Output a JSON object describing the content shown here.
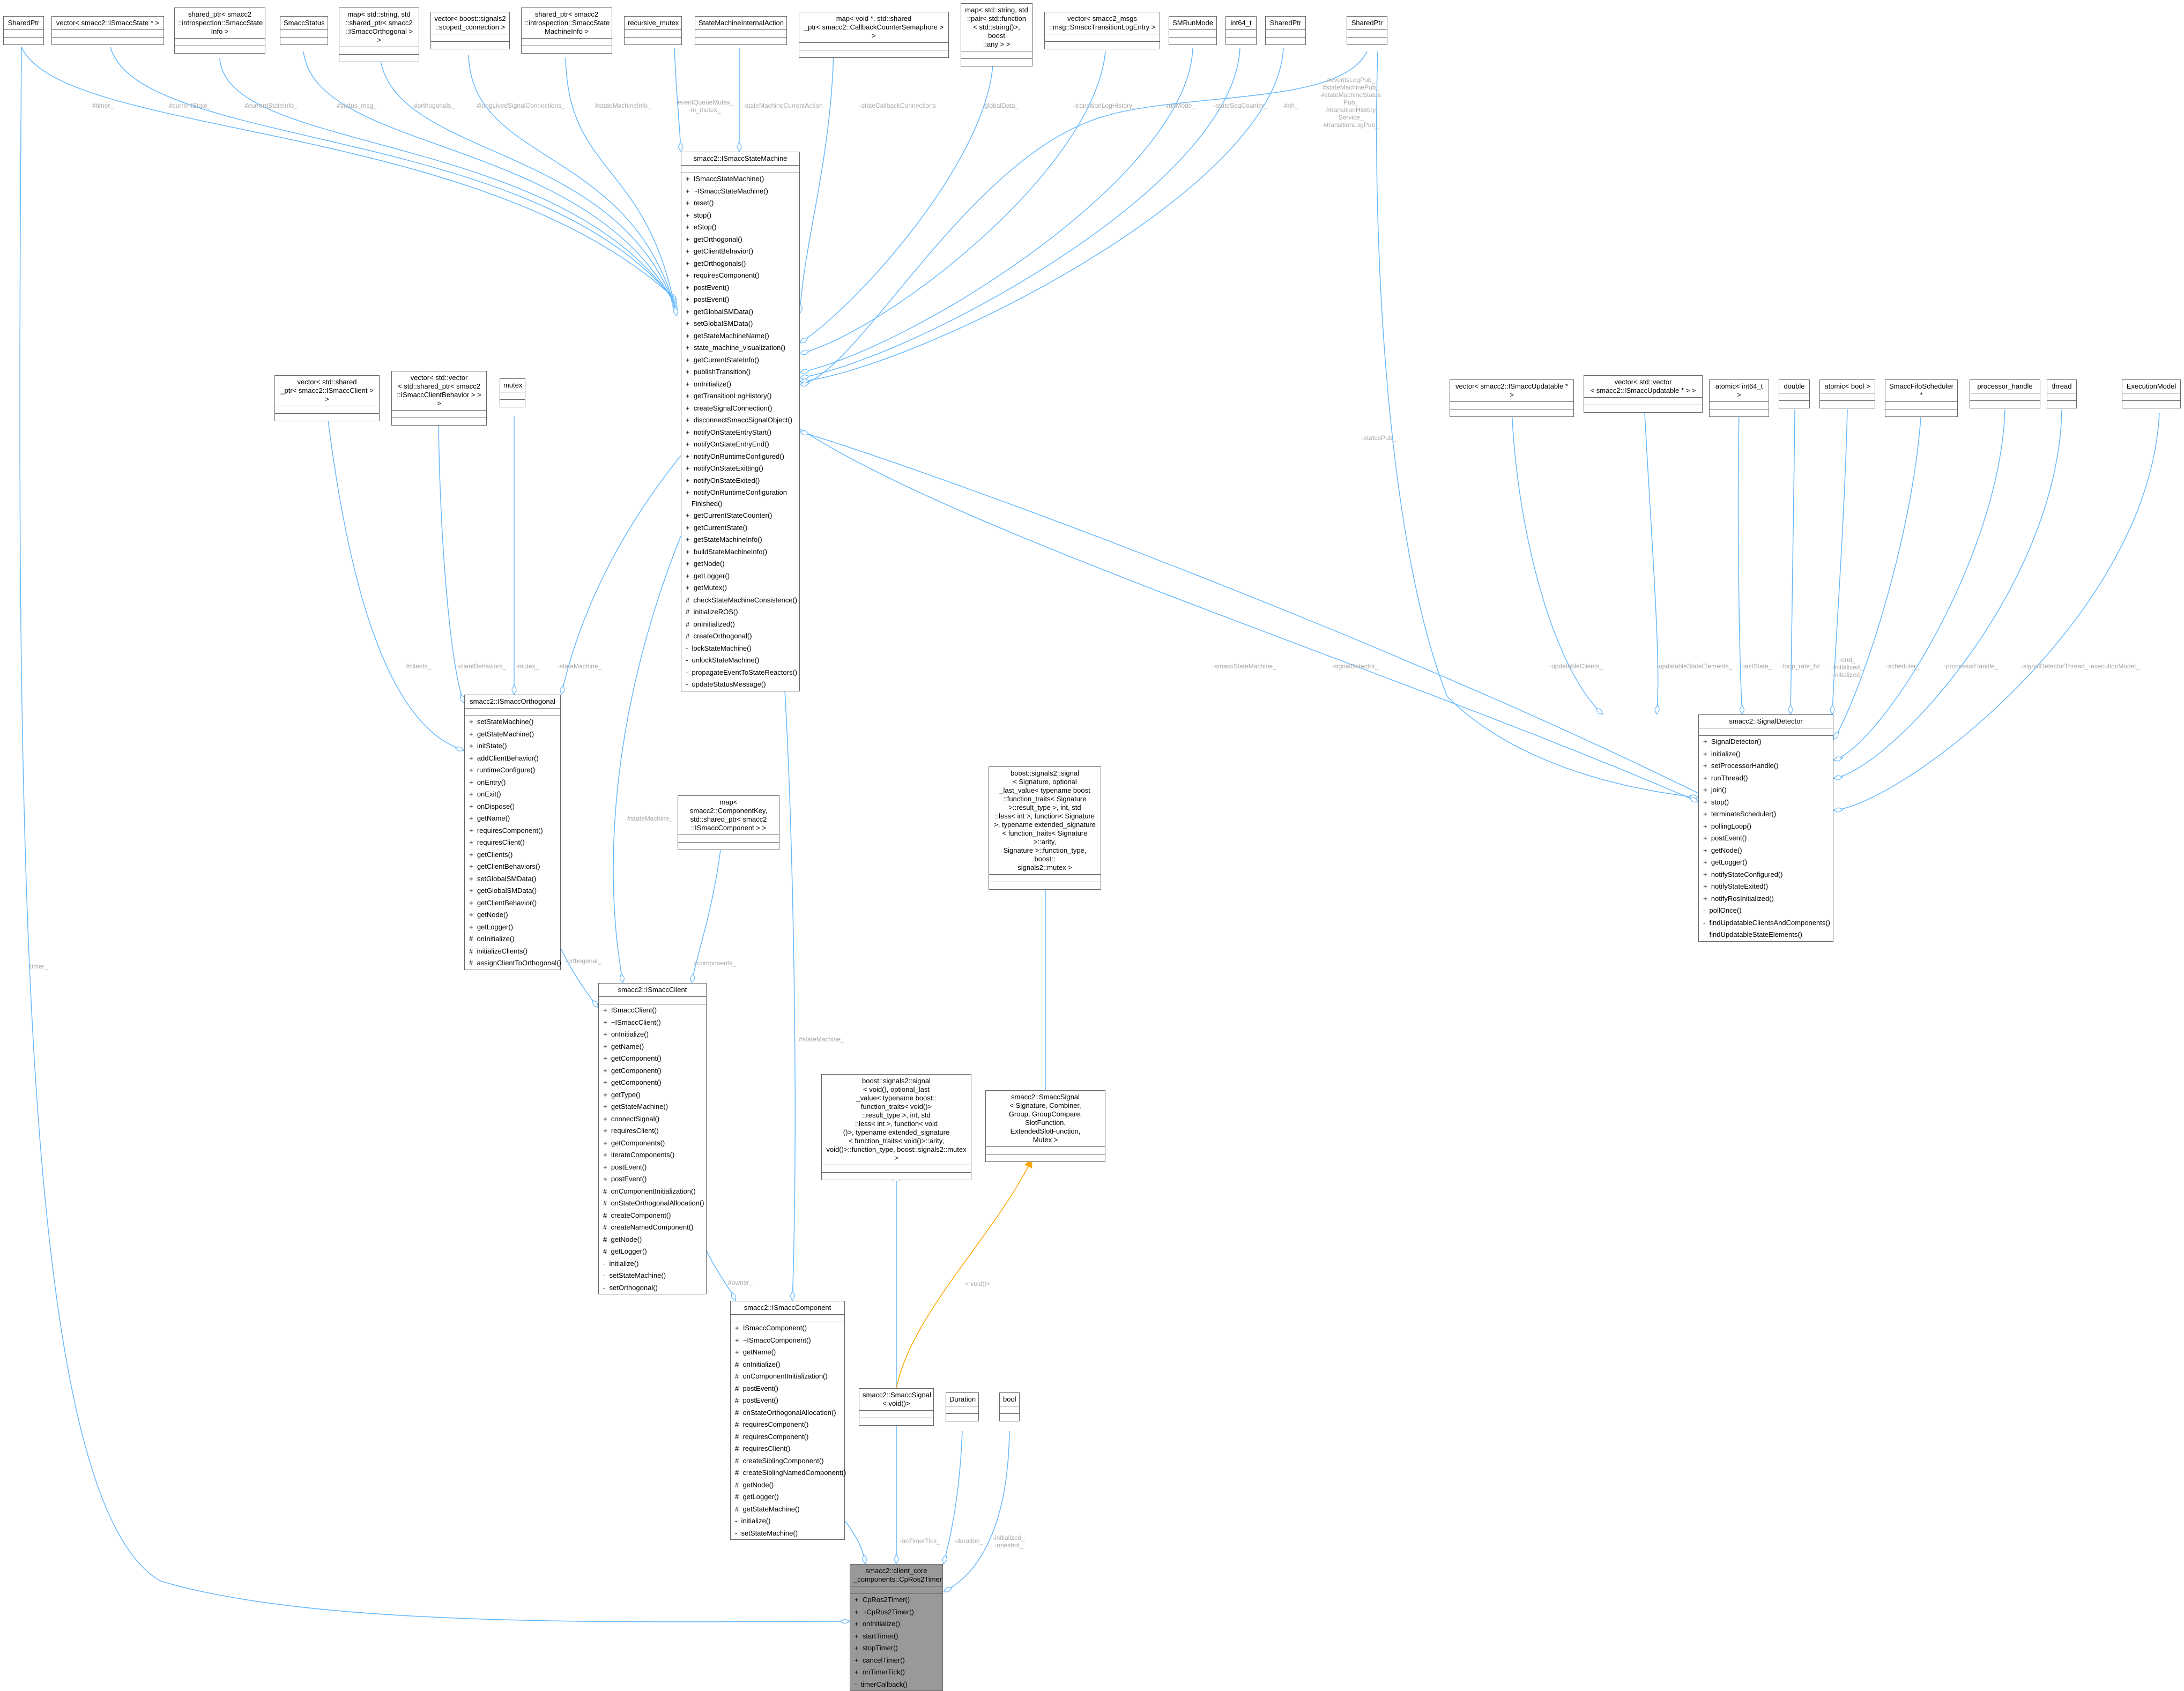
{
  "colors": {
    "edge_usage": "#63b8ff",
    "edge_inherit": "#63b8ff",
    "edge_template": "#ffa500",
    "focus_fill": "#999999",
    "label": "#a8a8a8"
  },
  "nodes": [
    {
      "id": "sharedptr_timer",
      "title": "SharedPtr",
      "members": []
    },
    {
      "id": "vec_state",
      "title": "vector< smacc2::ISmaccState * >",
      "members": []
    },
    {
      "id": "sp_stateinfo",
      "title": "shared_ptr< smacc2\n::introspection::SmaccState\nInfo >",
      "members": []
    },
    {
      "id": "smaccstatus",
      "title": "SmaccStatus",
      "members": []
    },
    {
      "id": "map_orth",
      "title": "map< std::string, std\n::shared_ptr< smacc2\n::ISmaccOrthogonal > >",
      "members": []
    },
    {
      "id": "vec_conn",
      "title": "vector< boost::signals2\n::scoped_connection >",
      "members": []
    },
    {
      "id": "sp_sminfo",
      "title": "shared_ptr< smacc2\n::introspection::SmaccState\nMachineInfo >",
      "members": []
    },
    {
      "id": "recmutex",
      "title": "recursive_mutex",
      "members": []
    },
    {
      "id": "smia",
      "title": "StateMachineInternalAction",
      "members": []
    },
    {
      "id": "map_cb",
      "title": "map< void *, std::shared\n_ptr< smacc2::CallbackCounterSemaphore > >",
      "members": []
    },
    {
      "id": "map_gd",
      "title": "map< std::string, std\n::pair< std::function\n< std::string()>, boost\n::any > >",
      "members": []
    },
    {
      "id": "vec_log",
      "title": "vector< smacc2_msgs\n::msg::SmaccTransitionLogEntry >",
      "members": []
    },
    {
      "id": "smrunmode",
      "title": "SMRunMode",
      "members": []
    },
    {
      "id": "int64",
      "title": "int64_t",
      "members": []
    },
    {
      "id": "sharedptr_nh",
      "title": "SharedPtr",
      "members": []
    },
    {
      "id": "sharedptr_pub",
      "title": "SharedPtr",
      "members": []
    },
    {
      "id": "ism",
      "title": "smacc2::ISmaccStateMachine",
      "members": [
        "+  ISmaccStateMachine()",
        "+  ~ISmaccStateMachine()",
        "+  reset()",
        "+  stop()",
        "+  eStop()",
        "+  getOrthogonal()",
        "+  getClientBehavior()",
        "+  getOrthogonals()",
        "+  requiresComponent()",
        "+  postEvent()",
        "+  postEvent()",
        "+  getGlobalSMData()",
        "+  setGlobalSMData()",
        "+  getStateMachineName()",
        "+  state_machine_visualization()",
        "+  getCurrentStateInfo()",
        "+  publishTransition()",
        "+  onInitialize()",
        "+  getTransitionLogHistory()",
        "+  createSignalConnection()",
        "+  disconnectSmaccSignalObject()",
        "+  notifyOnStateEntryStart()",
        "+  notifyOnStateEntryEnd()",
        "+  notifyOnRuntimeConfigured()",
        "+  notifyOnStateExitting()",
        "+  notifyOnStateExited()",
        "+  notifyOnRuntimeConfiguration\n   Finished()",
        "+  getCurrentStateCounter()",
        "+  getCurrentState()",
        "+  getStateMachineInfo()",
        "+  buildStateMachineInfo()",
        "+  getNode()",
        "+  getLogger()",
        "+  getMutex()",
        "#  checkStateMachineConsistence()",
        "#  initializeROS()",
        "#  onInitialized()",
        "#  createOrthogonal()",
        "-  lockStateMachine()",
        "-  unlockStateMachine()",
        "-  propagateEventToStateReactors()",
        "-  updateStatusMessage()"
      ]
    },
    {
      "id": "vec_client",
      "title": "vector< std::shared\n_ptr< smacc2::ISmaccClient > >",
      "members": []
    },
    {
      "id": "vec_cb",
      "title": "vector< std::vector\n< std::shared_ptr< smacc2\n::ISmaccClientBehavior > > >",
      "members": []
    },
    {
      "id": "mutex",
      "title": "mutex",
      "members": []
    },
    {
      "id": "iorth",
      "title": "smacc2::ISmaccOrthogonal",
      "members": [
        "+  setStateMachine()",
        "+  getStateMachine()",
        "+  initState()",
        "+  addClientBehavior()",
        "+  runtimeConfigure()",
        "+  onEntry()",
        "+  onExit()",
        "+  onDispose()",
        "+  getName()",
        "+  requiresComponent()",
        "+  requiresClient()",
        "+  getClients()",
        "+  getClientBehaviors()",
        "+  setGlobalSMData()",
        "+  getGlobalSMData()",
        "+  getClientBehavior()",
        "+  getNode()",
        "+  getLogger()",
        "#  onInitialize()",
        "#  initializeClients()",
        "#  assignClientToOrthogonal()"
      ]
    },
    {
      "id": "map_comp",
      "title": "map< smacc2::ComponentKey,\n std::shared_ptr< smacc2\n::ISmaccComponent > >",
      "members": []
    },
    {
      "id": "iclient",
      "title": "smacc2::ISmaccClient",
      "members": [
        "+  ISmaccClient()",
        "+  ~ISmaccClient()",
        "+  onInitialize()",
        "+  getName()",
        "+  getComponent()",
        "+  getComponent()",
        "+  getComponent()",
        "+  getType()",
        "+  getStateMachine()",
        "+  connectSignal()",
        "+  requiresClient()",
        "+  getComponents()",
        "+  iterateComponents()",
        "+  postEvent()",
        "+  postEvent()",
        "#  onComponentInitialization()",
        "#  onStateOrthogonalAllocation()",
        "#  createComponent()",
        "#  createNamedComponent()",
        "#  getNode()",
        "#  getLogger()",
        "-  initialize()",
        "-  setStateMachine()",
        "-  setOrthogonal()"
      ]
    },
    {
      "id": "bsig_tmpl",
      "title": "boost::signals2::signal\n< Signature, optional\n_last_value< typename boost\n::function_traits< Signature\n >::result_type >, int, std\n::less< int >, function< Signature\n>, typename extended_signature\n< function_traits< Signature >::arity,\n Signature >::function_type, boost::\nsignals2::mutex >",
      "members": []
    },
    {
      "id": "bsig_void",
      "title": "boost::signals2::signal\n< void(), optional_last\n_value< typename boost::\nfunction_traits< void()>\n::result_type >, int, std\n::less< int >, function< void\n()>, typename extended_signature\n< function_traits< void()>::arity,\n void()>::function_type, boost::signals2::mutex >",
      "members": []
    },
    {
      "id": "ssig_tmpl",
      "title": "smacc2::SmaccSignal\n< Signature, Combiner,\n Group, GroupCompare,\n SlotFunction, ExtendedSlotFunction,\n Mutex >",
      "members": []
    },
    {
      "id": "icomp",
      "title": "smacc2::ISmaccComponent",
      "members": [
        "+  ISmaccComponent()",
        "+  ~ISmaccComponent()",
        "+  getName()",
        "#  onInitialize()",
        "#  onComponentInitialization()",
        "#  postEvent()",
        "#  postEvent()",
        "#  onStateOrthogonalAllocation()",
        "#  requiresComponent()",
        "#  requiresComponent()",
        "#  requiresClient()",
        "#  createSiblingComponent()",
        "#  createSiblingNamedComponent()",
        "#  getNode()",
        "#  getLogger()",
        "#  getStateMachine()",
        "-  initialize()",
        "-  setStateMachine()"
      ]
    },
    {
      "id": "ssig_void",
      "title": "smacc2::SmaccSignal\n< void()>",
      "members": []
    },
    {
      "id": "duration",
      "title": "Duration",
      "members": []
    },
    {
      "id": "bool",
      "title": "bool",
      "members": []
    },
    {
      "id": "cpros2timer",
      "title": "smacc2::client_core\n_components::CpRos2Timer",
      "members": [
        "+  CpRos2Timer()",
        "+  ~CpRos2Timer()",
        "+  onInitialize()",
        "+  startTimer()",
        "+  stopTimer()",
        "+  cancelTimer()",
        "+  onTimerTick()",
        "-  timerCallback()"
      ]
    },
    {
      "id": "vec_upd",
      "title": "vector< smacc2::ISmaccUpdatable * >",
      "members": []
    },
    {
      "id": "vec_vec_upd",
      "title": "vector< std::vector\n< smacc2::ISmaccUpdatable * > >",
      "members": []
    },
    {
      "id": "atomic_int64",
      "title": "atomic< int64_t >",
      "members": []
    },
    {
      "id": "double",
      "title": "double",
      "members": []
    },
    {
      "id": "atomic_bool",
      "title": "atomic< bool >",
      "members": []
    },
    {
      "id": "fifo",
      "title": "SmaccFifoScheduler *",
      "members": []
    },
    {
      "id": "proc",
      "title": "processor_handle",
      "members": []
    },
    {
      "id": "thread",
      "title": "thread",
      "members": []
    },
    {
      "id": "execmodel",
      "title": "ExecutionModel",
      "members": []
    },
    {
      "id": "sigdet",
      "title": "smacc2::SignalDetector",
      "members": [
        "+  SignalDetector()",
        "+  initialize()",
        "+  setProcessorHandle()",
        "+  runThread()",
        "+  join()",
        "+  stop()",
        "+  terminateScheduler()",
        "+  pollingLoop()",
        "+  postEvent()",
        "+  getNode()",
        "+  getLogger()",
        "+  notifyStateConfigured()",
        "+  notifyStateExited()",
        "+  notifyRosInitialized()",
        "-  pollOnce()",
        "-  findUpdatableClientsAndComponents()",
        "-  findUpdatableStateElements()"
      ]
    }
  ],
  "edge_labels": [
    {
      "id": "l_timer_",
      "text": "#timer_"
    },
    {
      "id": "l_currentState_",
      "text": "#currentState_"
    },
    {
      "id": "l_currentStateInfo_",
      "text": "#currentStateInfo_"
    },
    {
      "id": "l_status_msg_",
      "text": "#status_msg_"
    },
    {
      "id": "l_orthogonals_",
      "text": "#orthogonals_"
    },
    {
      "id": "l_longLived",
      "text": "#longLivedSignalConnections_"
    },
    {
      "id": "l_stateMachineInfo_",
      "text": "#stateMachineInfo_"
    },
    {
      "id": "l_eventQueue",
      "text": "-eventQueueMutex_\n-m_mutex_"
    },
    {
      "id": "l_smca",
      "text": "-stateMachineCurrentAction"
    },
    {
      "id": "l_scc",
      "text": "-stateCallbackConnections"
    },
    {
      "id": "l_globalData_",
      "text": "-globalData_"
    },
    {
      "id": "l_transitionLog",
      "text": "-transitionLogHistory_"
    },
    {
      "id": "l_runMode_",
      "text": "-runMode_"
    },
    {
      "id": "l_stateSeq",
      "text": "-stateSeqCounter_"
    },
    {
      "id": "l_nh_",
      "text": "#nh_"
    },
    {
      "id": "l_pubs",
      "text": "#eventsLogPub_\n#stateMachinePub_\n#stateMachineStatus\nPub_\n#transitionHistory\nService_\n#transitionLogPub_"
    },
    {
      "id": "l_clients_",
      "text": "#clients_"
    },
    {
      "id": "l_clientBehaviors_",
      "text": "-clientBehaviors_"
    },
    {
      "id": "l_mutex_",
      "text": "-mutex_"
    },
    {
      "id": "l_stateMachine_orth",
      "text": "-stateMachine_"
    },
    {
      "id": "l_stateMachine_client",
      "text": "#stateMachine_"
    },
    {
      "id": "l_components_",
      "text": "#components_"
    },
    {
      "id": "l_orthogonal_",
      "text": "-orthogonal_"
    },
    {
      "id": "l_stateMachine_comp",
      "text": "#stateMachine_"
    },
    {
      "id": "l_owner_",
      "text": "#owner_"
    },
    {
      "id": "l_void",
      "text": "< void()>"
    },
    {
      "id": "l_onTimerTick_",
      "text": "-onTimerTick_"
    },
    {
      "id": "l_duration_",
      "text": "-duration_"
    },
    {
      "id": "l_oneshot",
      "text": "-initialized_\n-oneshot_"
    },
    {
      "id": "l_timer_bottom",
      "text": "-timer_"
    },
    {
      "id": "l_statusPub_",
      "text": "-statusPub_"
    },
    {
      "id": "l_smaccStateMachine_",
      "text": "-smaccStateMachine_"
    },
    {
      "id": "l_signalDetector_",
      "text": "-signalDetector_"
    },
    {
      "id": "l_updatableClients_",
      "text": "-updatableClients_"
    },
    {
      "id": "l_updatableStateElements_",
      "text": "-updatableStateElements_"
    },
    {
      "id": "l_lastState_",
      "text": "-lastState_"
    },
    {
      "id": "l_loop_rate_hz",
      "text": "-loop_rate_hz"
    },
    {
      "id": "l_end",
      "text": "-end_\n-initialized_\n-initialized_"
    },
    {
      "id": "l_scheduler_",
      "text": "-scheduler_"
    },
    {
      "id": "l_processorHandle_",
      "text": "-processorHandle_"
    },
    {
      "id": "l_sdThread_",
      "text": "-signalDetectorThread_"
    },
    {
      "id": "l_executionModel_",
      "text": "-executionModel_"
    }
  ]
}
